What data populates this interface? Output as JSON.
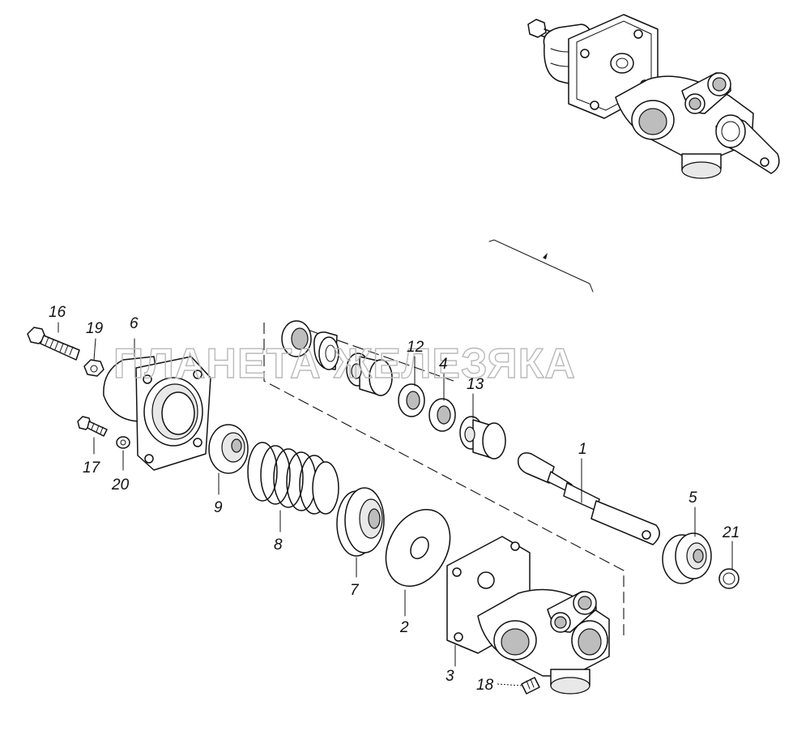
{
  "watermark": "ПЛАНЕТА ЖЕЛЕЗЯКА",
  "callouts": [
    {
      "id": "1",
      "text": "1"
    },
    {
      "id": "2",
      "text": "2"
    },
    {
      "id": "3",
      "text": "3"
    },
    {
      "id": "4",
      "text": "4"
    },
    {
      "id": "5",
      "text": "5"
    },
    {
      "id": "6",
      "text": "6"
    },
    {
      "id": "7",
      "text": "7"
    },
    {
      "id": "8",
      "text": "8"
    },
    {
      "id": "9",
      "text": "9"
    },
    {
      "id": "12",
      "text": "12"
    },
    {
      "id": "13",
      "text": "13"
    },
    {
      "id": "16",
      "text": "16"
    },
    {
      "id": "17",
      "text": "17"
    },
    {
      "id": "18",
      "text": "18"
    },
    {
      "id": "19",
      "text": "19"
    },
    {
      "id": "20",
      "text": "20"
    },
    {
      "id": "21",
      "text": "21"
    }
  ]
}
